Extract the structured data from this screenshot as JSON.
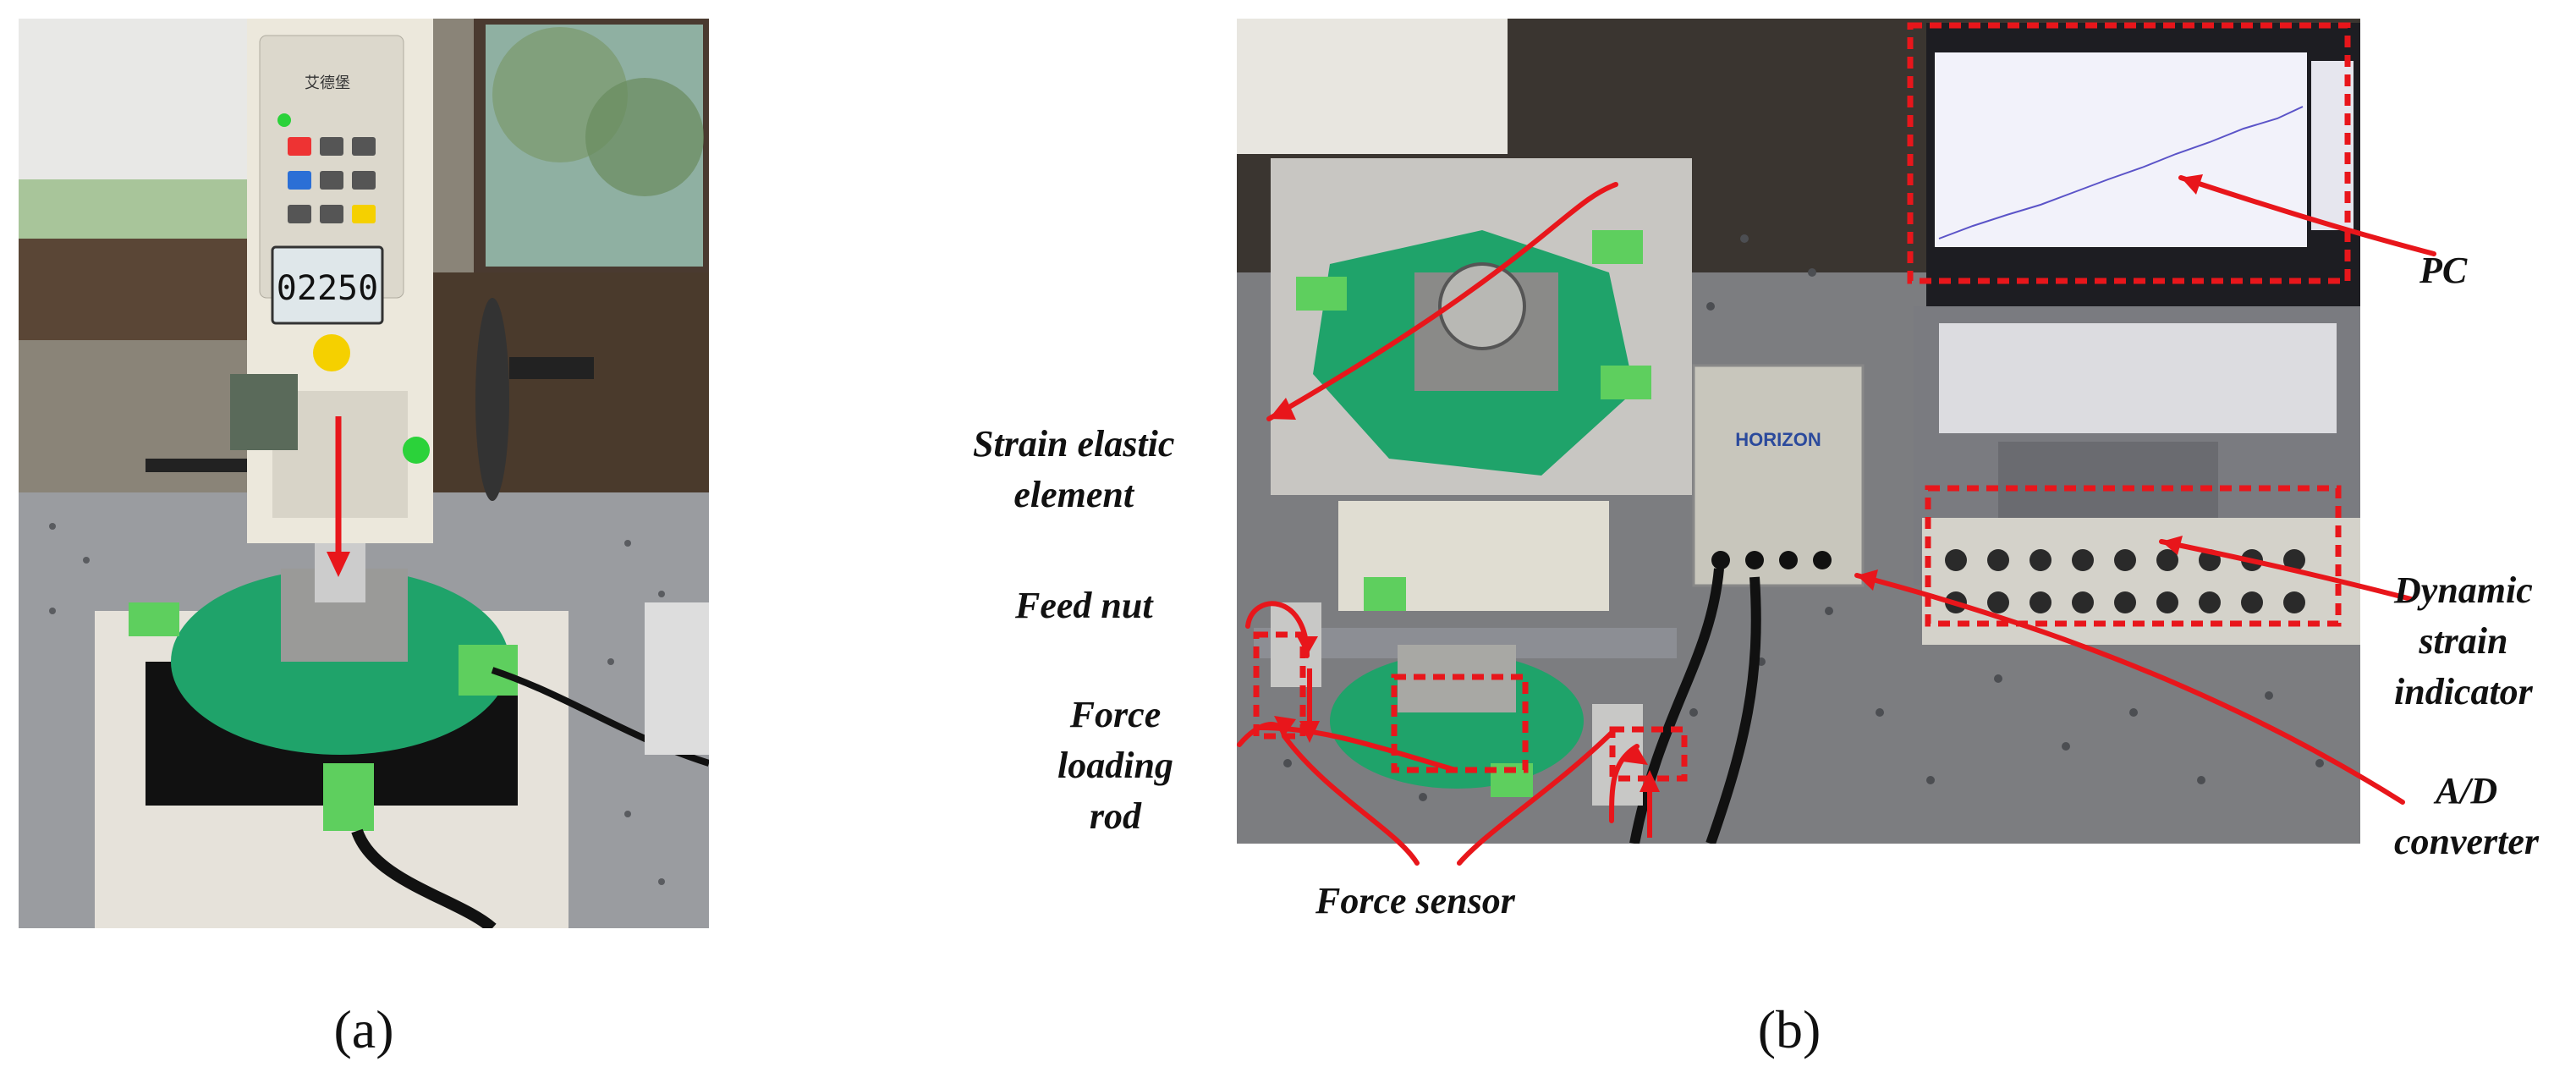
{
  "panels": {
    "a": {
      "label": "(a)",
      "device": {
        "display_reading": "02250",
        "brand_text": "艾德堡"
      }
    },
    "b": {
      "label": "(b)",
      "converter_brand": "HORIZON",
      "annotations": {
        "strain_elastic_element": "Strain elastic\nelement",
        "feed_nut": "Feed nut",
        "force_loading_rod": "Force\nloading\nrod",
        "force_sensor": "Force sensor",
        "pc": "PC",
        "dynamic_strain_indicator": "Dynamic\nstrain\nindicator",
        "ad_converter": "A/D\nconverter"
      }
    }
  },
  "colors": {
    "annotation": "#e8161b",
    "board": "#1fa36a",
    "table": "#7c7d80"
  }
}
